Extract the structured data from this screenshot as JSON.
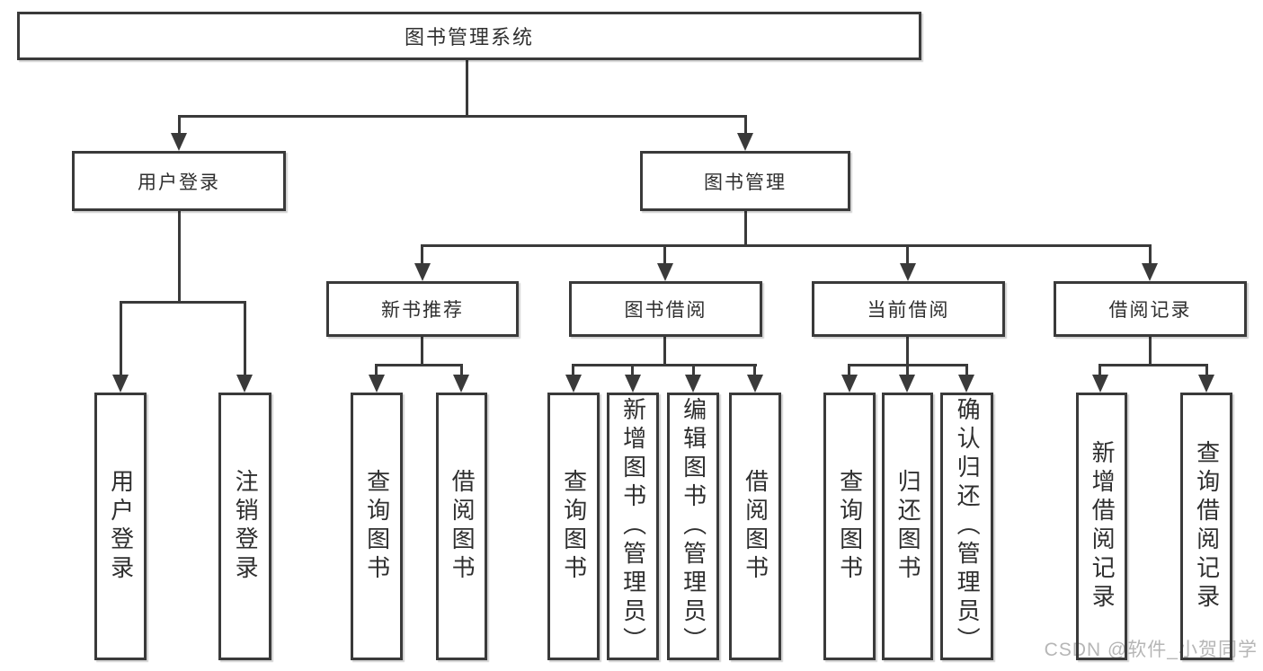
{
  "diagram": {
    "root": {
      "label": "图书管理系统"
    },
    "login": {
      "label": "用户登录",
      "children": [
        {
          "label": "用户登录"
        },
        {
          "label": "注销登录"
        }
      ]
    },
    "management": {
      "label": "图书管理",
      "sections": [
        {
          "label": "新书推荐",
          "children": [
            {
              "label": "查询图书"
            },
            {
              "label": "借阅图书"
            }
          ]
        },
        {
          "label": "图书借阅",
          "children": [
            {
              "label": "查询图书"
            },
            {
              "label": "新增图书（管理员）"
            },
            {
              "label": "编辑图书（管理员）"
            },
            {
              "label": "借阅图书"
            }
          ]
        },
        {
          "label": "当前借阅",
          "children": [
            {
              "label": "查询图书"
            },
            {
              "label": "归还图书"
            },
            {
              "label": "确认归还（管理员）"
            }
          ]
        },
        {
          "label": "借阅记录",
          "children": [
            {
              "label": "新增借阅记录"
            },
            {
              "label": "查询借阅记录"
            }
          ]
        }
      ]
    },
    "watermark": "CSDN @软件_小贺同学",
    "colors": {
      "line": "#3a3a3a",
      "text": "#2f2f2f",
      "watermark": "#b0b0b0",
      "background": "#ffffff"
    }
  }
}
